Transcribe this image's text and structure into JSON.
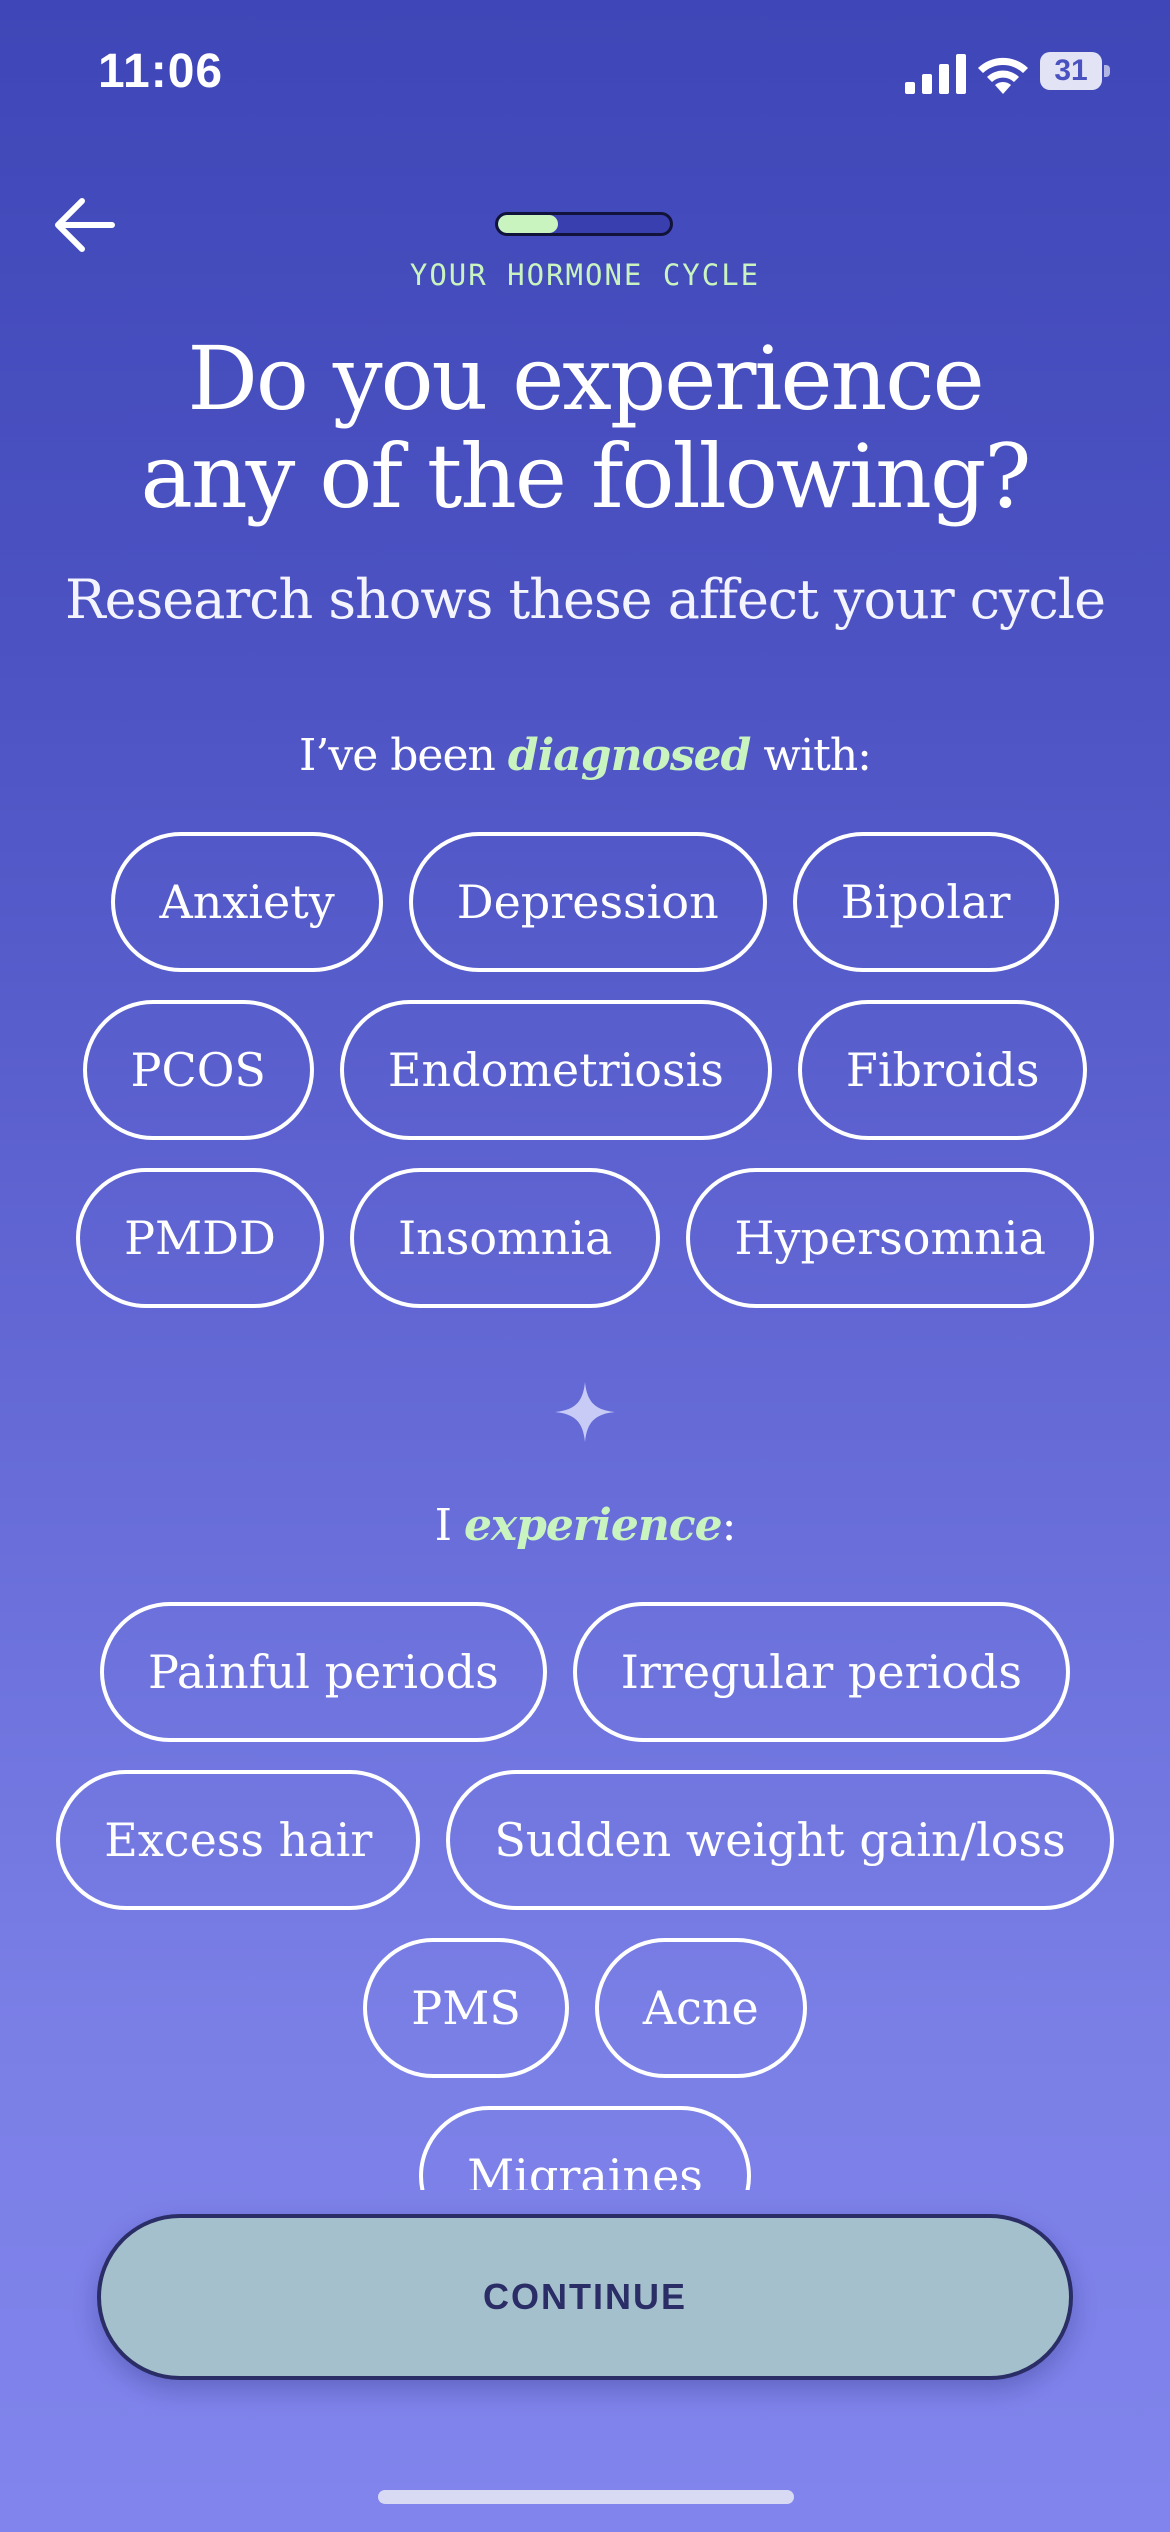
{
  "status_bar": {
    "time": "11:06",
    "battery": "31"
  },
  "header": {
    "progress": 0.35,
    "section_label": "YOUR HORMONE CYCLE",
    "title_line1": "Do you experience",
    "title_line2": "any of the following?",
    "subtitle": "Research shows these affect your cycle"
  },
  "diagnosed": {
    "heading_before": "I’ve been ",
    "heading_emphasis": "diagnosed",
    "heading_after": " with:",
    "options": [
      "Anxiety",
      "Depression",
      "Bipolar",
      "PCOS",
      "Endometriosis",
      "Fibroids",
      "PMDD",
      "Insomnia",
      "Hypersomnia"
    ]
  },
  "experience": {
    "heading_before": "I ",
    "heading_emphasis": "experience",
    "heading_after": ":",
    "options": [
      "Painful periods",
      "Irregular periods",
      "Excess hair",
      "Sudden weight gain/loss",
      "PMS",
      "Acne",
      "Migraines"
    ]
  },
  "continue_label": "CONTINUE",
  "colors": {
    "accent_green": "#c9f4c0",
    "background_top": "#3f47b8",
    "background_bottom": "#8084ec",
    "button_fill": "#a4c0cc",
    "button_text": "#2a2d66"
  },
  "icons": {
    "back": "arrow-left-icon",
    "divider": "sparkle-icon"
  }
}
